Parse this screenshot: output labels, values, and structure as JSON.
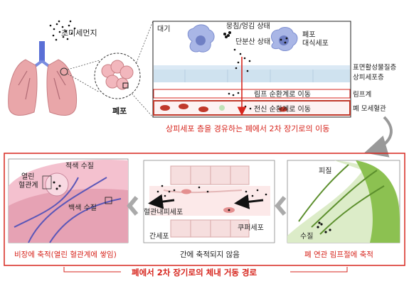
{
  "labels": {
    "ultrafine_dust": "초미세먼지",
    "alveoli": "폐포",
    "atmosphere": "대기",
    "aggregated_state": "뭉침/엉김 상태",
    "monodisperse_state": "단분산 상태",
    "alveolar_macrophage_line1": "폐포",
    "alveolar_macrophage_line2": "대식세포",
    "surfactant_layer": "표면활성물질층",
    "epithelial_layer": "상피세포층",
    "lymphatic_system": "림프계",
    "lymph_move": "림프 순환계로 이동",
    "systemic_move": "전신 순환계로 이동",
    "pulmonary_capillary": "폐 모세혈관",
    "caption_top": "상피세포 층을 경유하는 폐에서 2차 장기로의 이동",
    "red_pulp": "적색 수질",
    "open_circulation_line1": "열린",
    "open_circulation_line2": "혈관계",
    "white_pulp": "백색 수질",
    "endothelial_cell": "혈관내피세포",
    "hepatocyte": "간세포",
    "kupffer_cell": "쿠퍼세포",
    "cortex": "피질",
    "medulla": "수질",
    "spleen_caption": "비장에 축적(열린 혈관계에 쌓임)",
    "liver_caption": "간에 축적되지 않음",
    "lymph_caption": "폐 연관 림프절에 축적",
    "bottom_caption": "폐에서 2차 장기로의 체내 거동 경로"
  },
  "colors": {
    "accent_red": "#d7261e",
    "blood_band": "#c0392b",
    "macrophage": "#a9b6e6",
    "lung": "#e9a6a9",
    "epithelium": "#cfe2ef",
    "lymph_green": "#8cc151",
    "liver_pink": "#f4cfcf",
    "spleen": "#e6a2b4"
  }
}
